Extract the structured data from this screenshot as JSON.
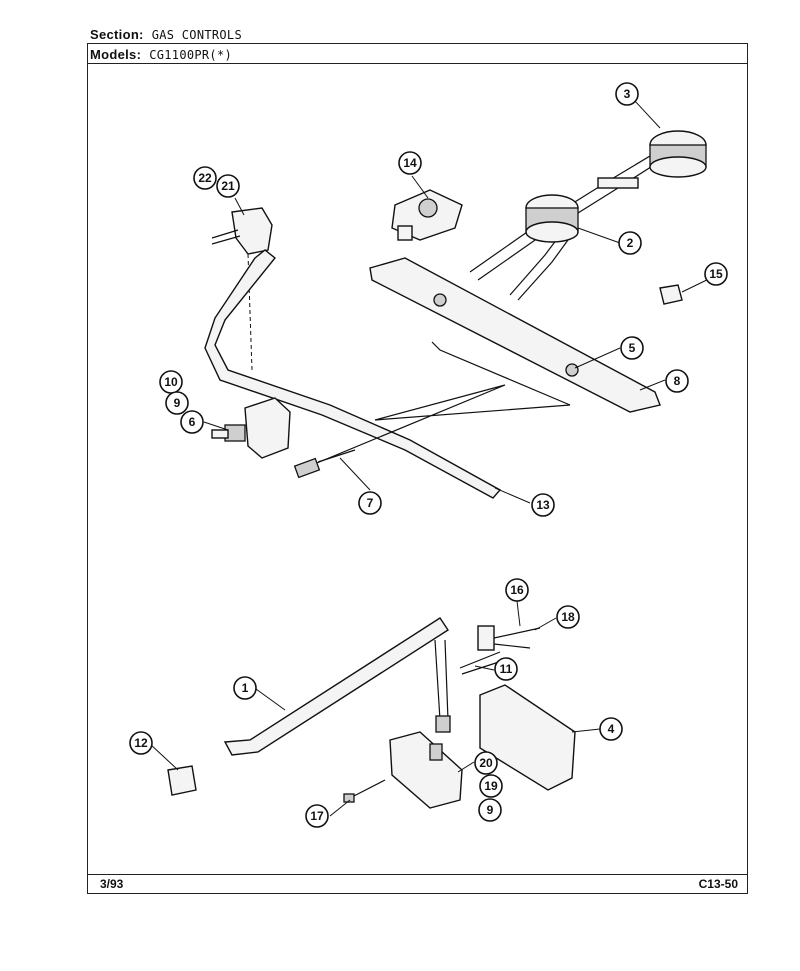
{
  "header": {
    "section_label": "Section:",
    "section_value": "GAS CONTROLS",
    "models_label": "Models:",
    "models_value": "CG1100PR(*)"
  },
  "footer": {
    "date": "3/93",
    "code": "C13-50"
  },
  "callouts": [
    "1",
    "2",
    "3",
    "4",
    "5",
    "6",
    "7",
    "8",
    "9",
    "10",
    "11",
    "12",
    "13",
    "14",
    "15",
    "16",
    "17",
    "18",
    "19",
    "20",
    "21",
    "22"
  ],
  "callout_nine_lower": "9"
}
